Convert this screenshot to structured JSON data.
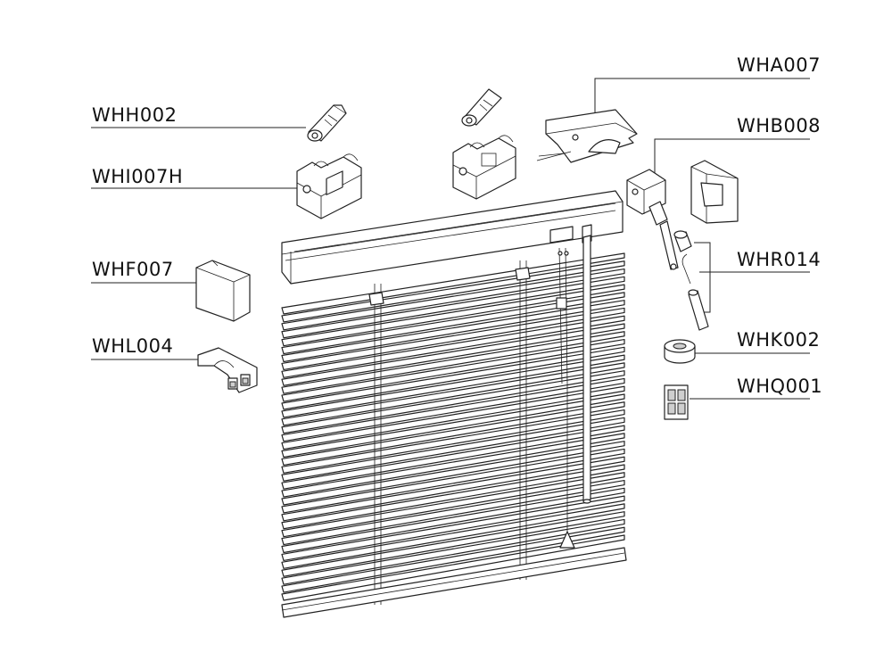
{
  "parts": [
    {
      "code": "WHA007",
      "icon": "headrail-bracket-mechanism-icon"
    },
    {
      "code": "WHB008",
      "icon": "tilt-mechanism-icon"
    },
    {
      "code": "WHH002",
      "icon": "tape-drum-icon"
    },
    {
      "code": "WHI007H",
      "icon": "cradle-icon"
    },
    {
      "code": "WHF007",
      "icon": "end-cap-icon"
    },
    {
      "code": "WHR014",
      "icon": "wand-hook-icon"
    },
    {
      "code": "WHL004",
      "icon": "ladder-clip-icon"
    },
    {
      "code": "WHK002",
      "icon": "cord-lock-spool-icon"
    },
    {
      "code": "WHQ001",
      "icon": "window-plate-icon"
    }
  ],
  "colors": {
    "line": "#222222",
    "text": "#111111",
    "fill": "#ffffff",
    "shade": "#cfcfcf"
  }
}
